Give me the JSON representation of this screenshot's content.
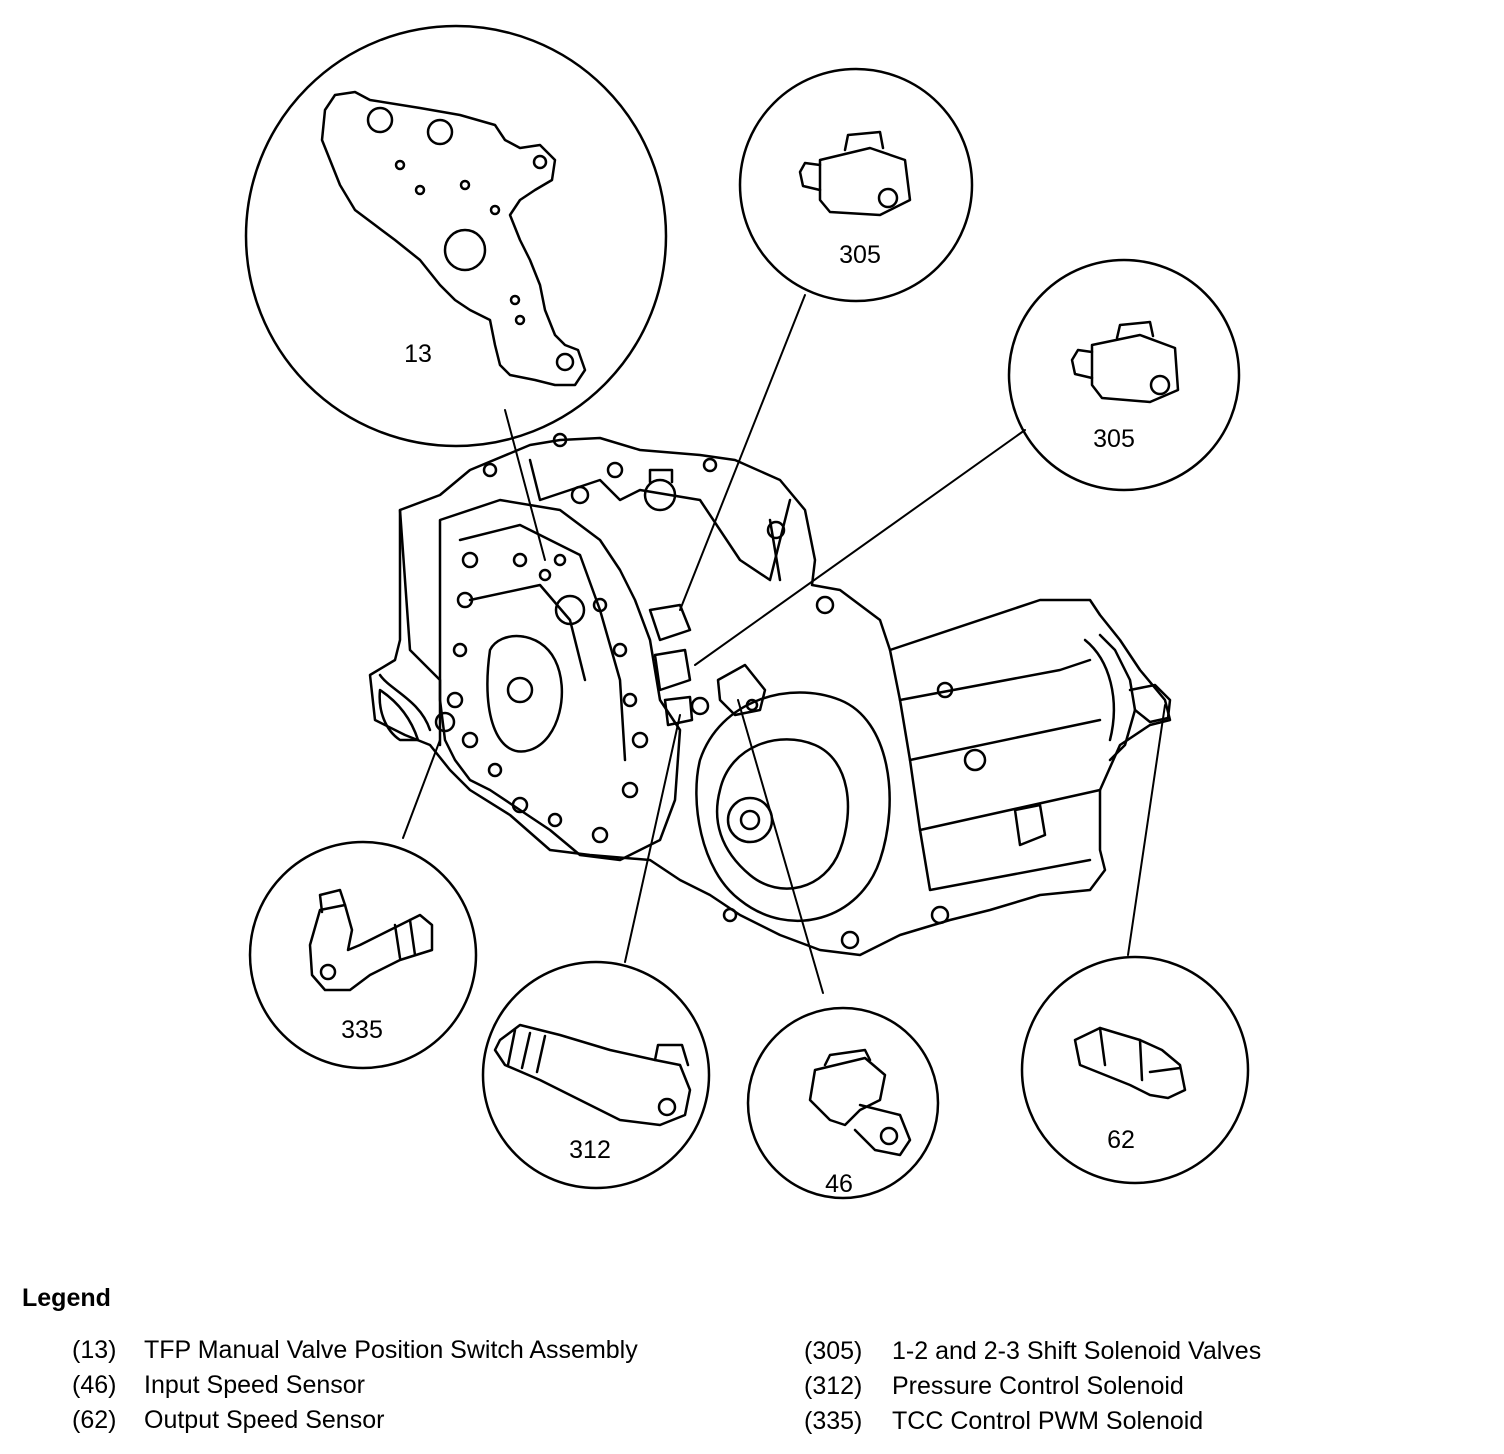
{
  "diagram": {
    "callouts": [
      {
        "id": "c13",
        "number": "13"
      },
      {
        "id": "c305a",
        "number": "305"
      },
      {
        "id": "c305b",
        "number": "305"
      },
      {
        "id": "c335",
        "number": "335"
      },
      {
        "id": "c312",
        "number": "312"
      },
      {
        "id": "c46",
        "number": "46"
      },
      {
        "id": "c62",
        "number": "62"
      }
    ]
  },
  "legend": {
    "title": "Legend",
    "items": [
      {
        "code": "(13)",
        "desc": "TFP Manual Valve Position Switch Assembly"
      },
      {
        "code": "(46)",
        "desc": "Input Speed Sensor"
      },
      {
        "code": "(62)",
        "desc": "Output Speed Sensor"
      },
      {
        "code": "(305)",
        "desc": "1-2 and 2-3 Shift Solenoid Valves"
      },
      {
        "code": "(312)",
        "desc": "Pressure Control Solenoid"
      },
      {
        "code": "(335)",
        "desc": "TCC Control PWM Solenoid"
      }
    ]
  }
}
